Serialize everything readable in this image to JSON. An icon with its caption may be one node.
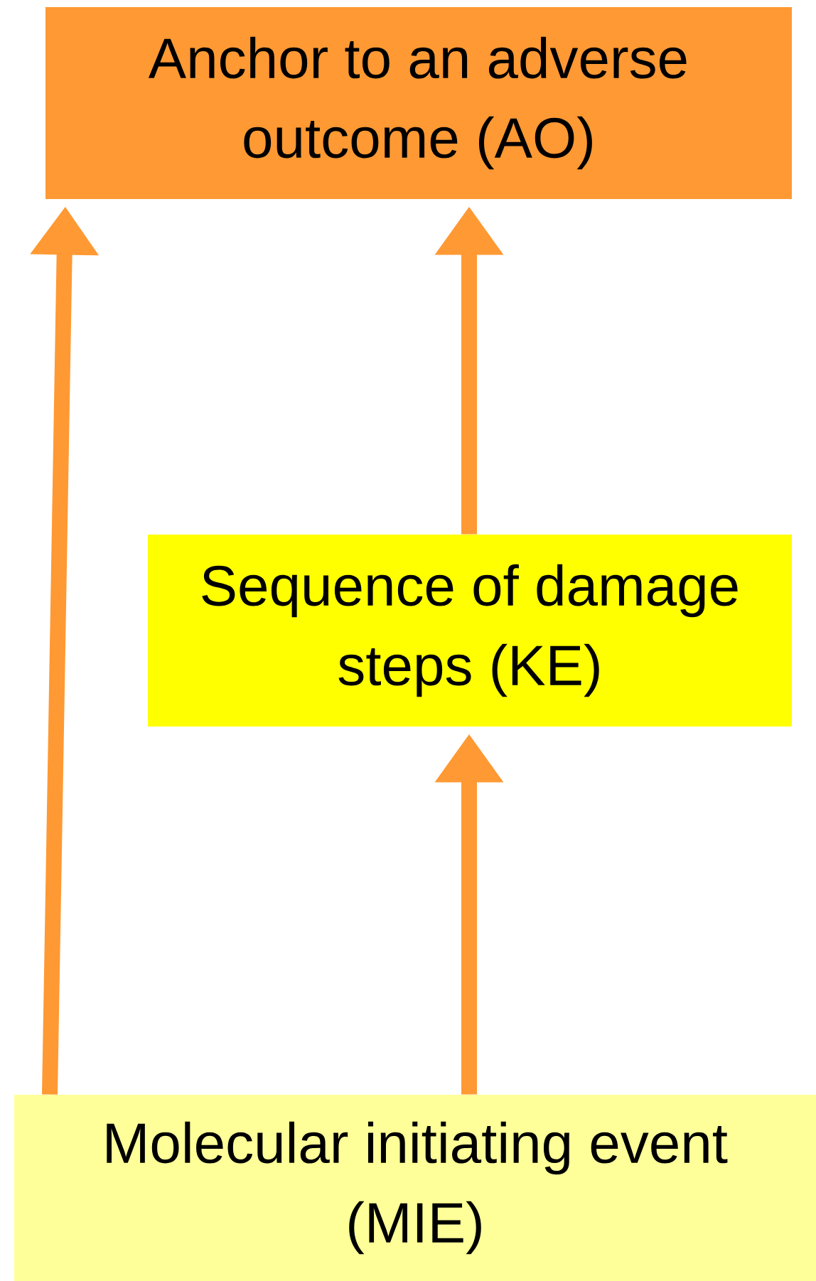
{
  "diagram": {
    "nodes": [
      {
        "text": [
          "Anchor to an adverse outcome (AO)"
        ]
      },
      {
        "text": [
          "Sequence of damage steps (KE)"
        ]
      },
      {
        "text": [
          "Molecular initiating event (MIE)"
        ]
      }
    ],
    "edges": [
      {
        "from": 2,
        "to": 0,
        "arrow": "to"
      },
      {
        "from": 1,
        "to": 0,
        "arrow": "to"
      },
      {
        "from": 2,
        "to": 1,
        "arrow": "to"
      }
    ]
  }
}
